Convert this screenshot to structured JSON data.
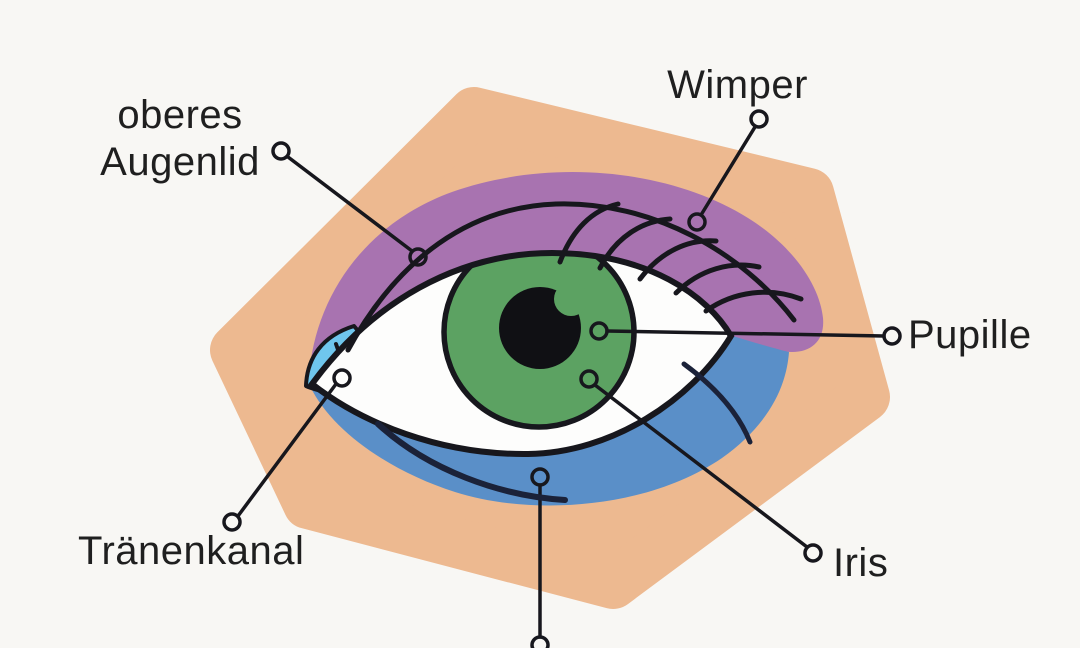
{
  "diagram_title": "Eye anatomy diagram (German labels)",
  "colors": {
    "background": "#f8f7f4",
    "skin": "#edb990",
    "upper_eyelid": "#a873b0",
    "lower_eyelid": "#5a8fc8",
    "tear_duct": "#6fc6ed",
    "iris": "#5ca262",
    "pupil": "#101014",
    "sclera": "#fdfdfc",
    "outline": "#17171d",
    "inner_shadow_line": "#1b2239",
    "text": "#1f1f1f"
  },
  "labels": {
    "upper_eyelid": {
      "line1": "oberes",
      "line2": "Augenlid"
    },
    "eyelash": {
      "text": "Wimper"
    },
    "pupil": {
      "text": "Pupille"
    },
    "iris": {
      "text": "Iris"
    },
    "tear_duct": {
      "text": "Tränenkanal"
    }
  }
}
